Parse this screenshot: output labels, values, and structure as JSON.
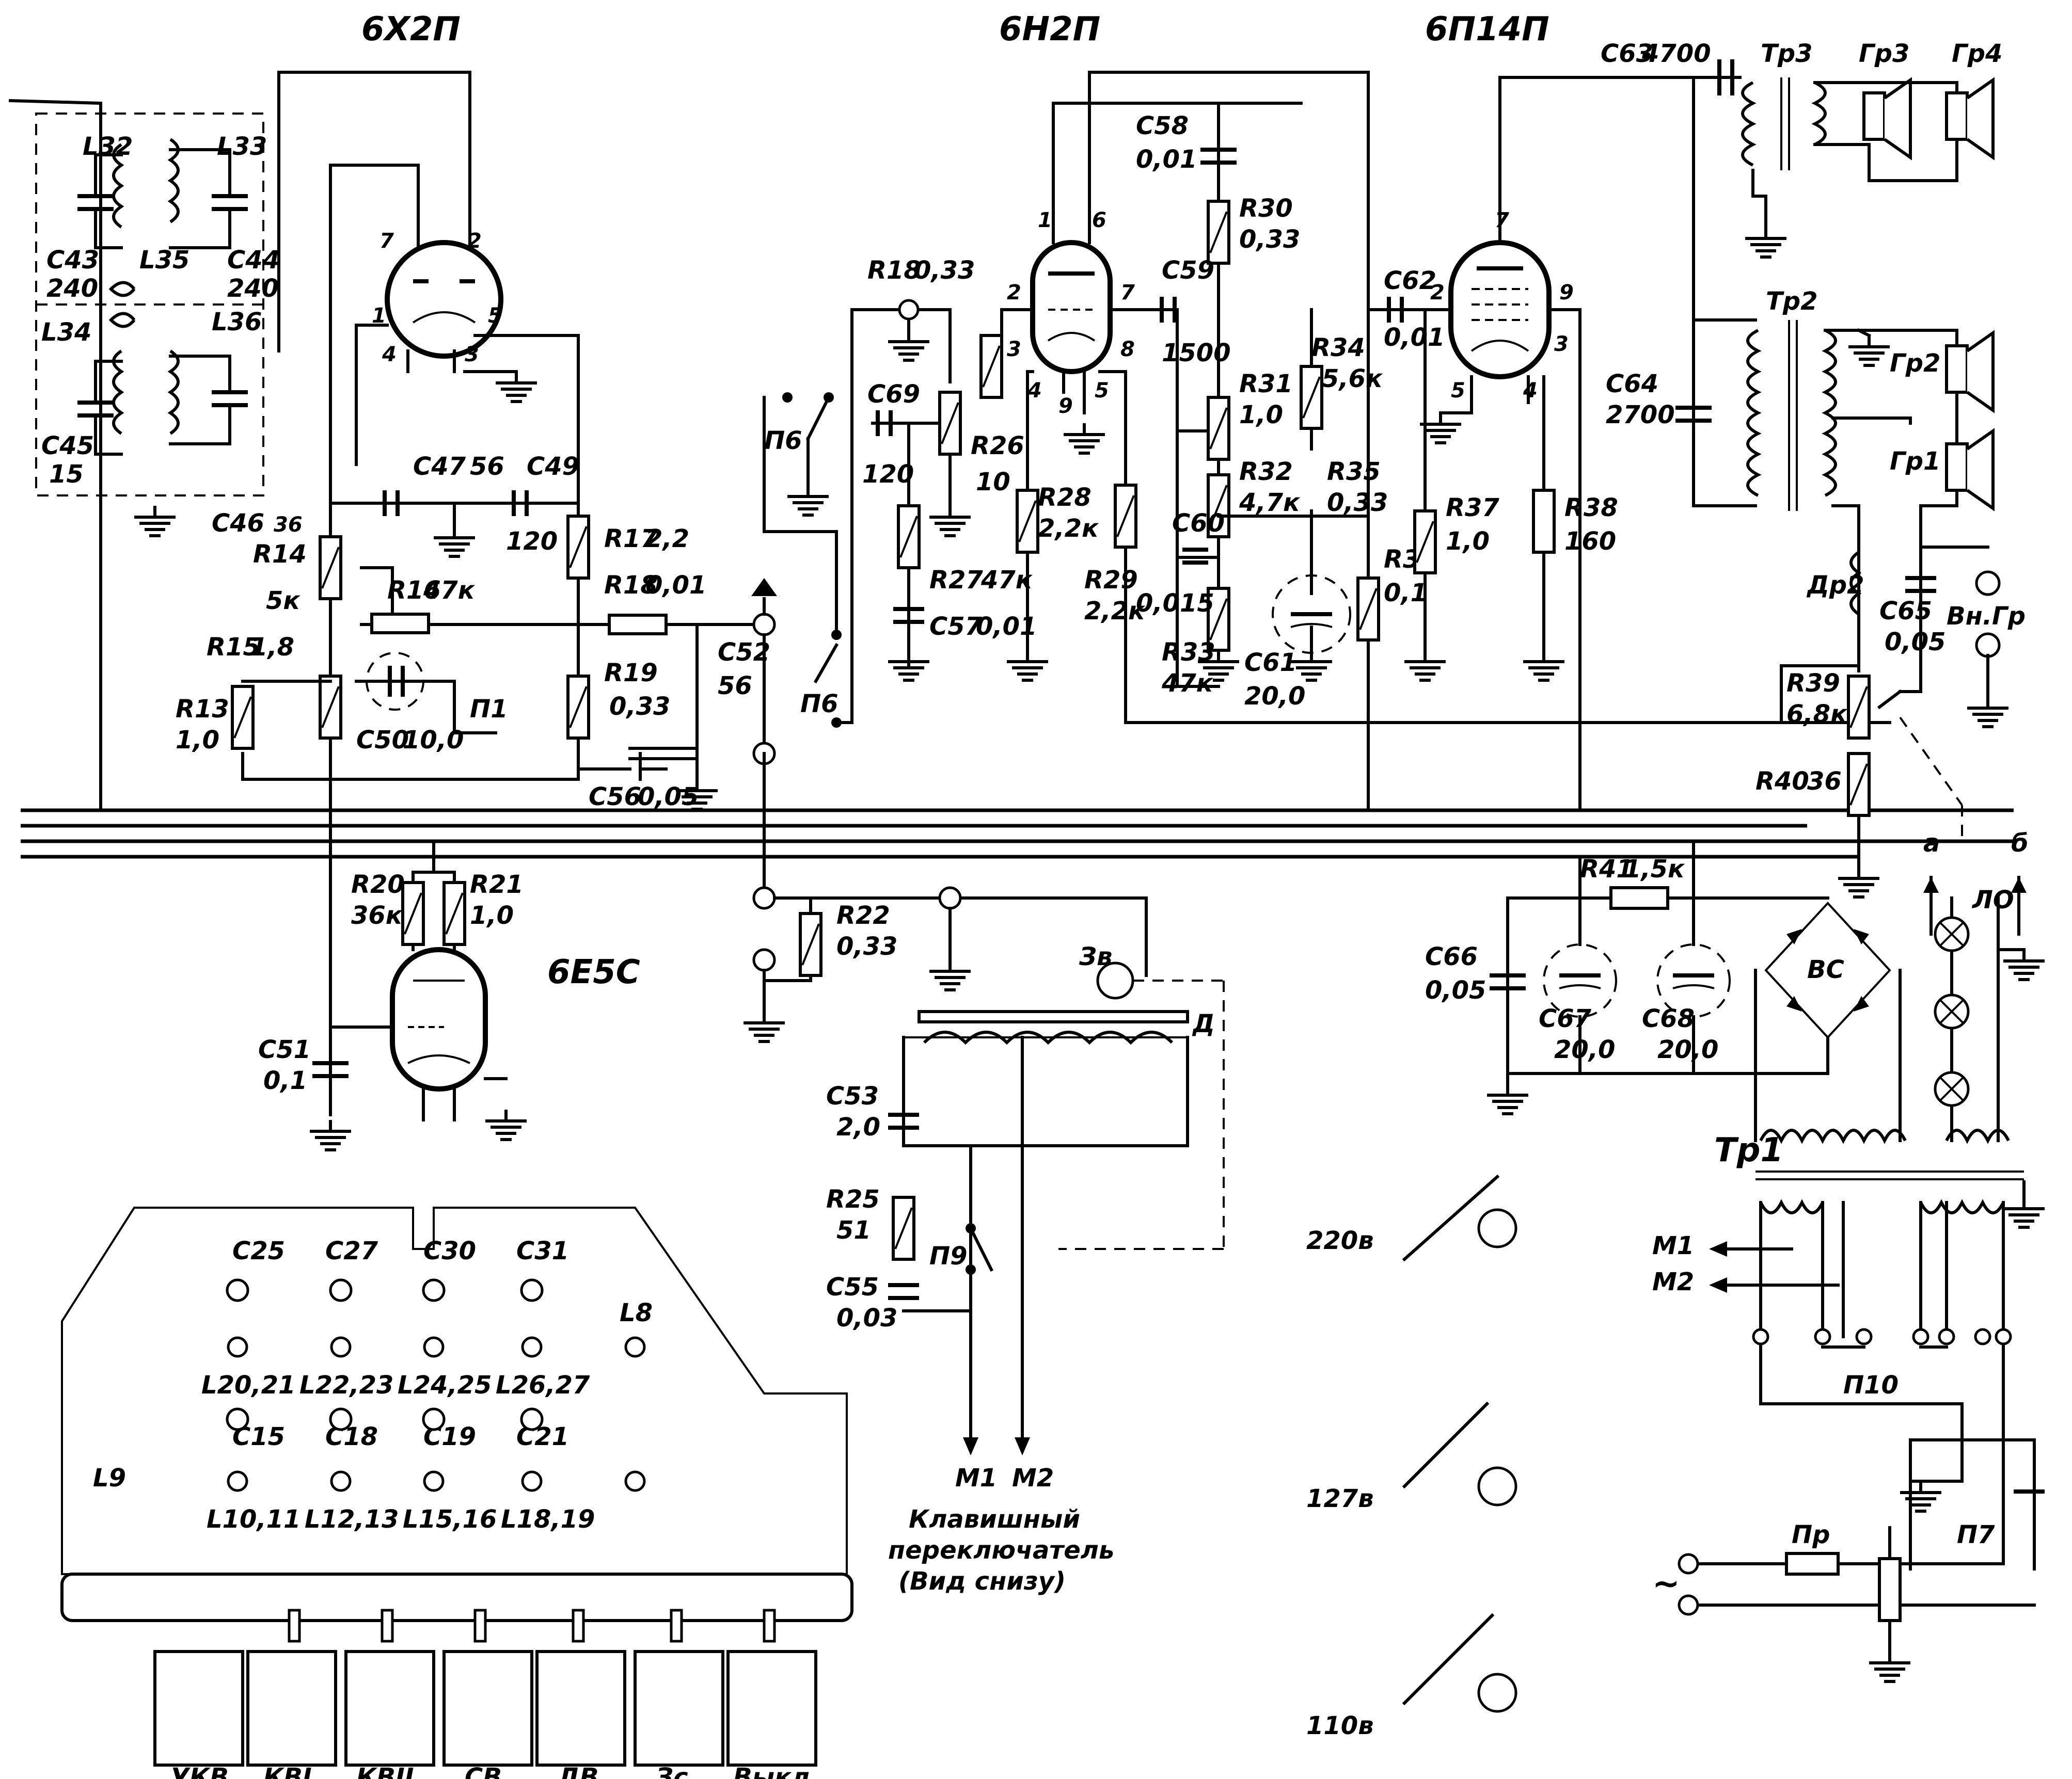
{
  "tubes": {
    "det": "6Х2П",
    "pre": "6Н2П",
    "out": "6П14П",
    "eye": "6Е5С"
  },
  "components": {
    "L32": "L32",
    "L33": "L33",
    "L34": "L34",
    "L35": "L35",
    "L36": "L36",
    "C43": "C43",
    "C43v": "240",
    "C44": "C44",
    "C44v": "240",
    "C45": "C45",
    "C45v": "15",
    "C46": "C46",
    "C46v": "36",
    "C47": "C47",
    "C47v": "56",
    "C49": "C49",
    "C49v": "120",
    "R14": "R14",
    "R14v": "5к",
    "R16": "R16",
    "R16v": "47к",
    "R17": "R17",
    "R17v": "2,2",
    "R18a": "R18",
    "R18av": "0,01",
    "R19": "R19",
    "R19v": "0,33",
    "R15": "R15",
    "R15v": "1,8",
    "R13": "R13",
    "R13v": "1,0",
    "C50": "C50",
    "C50v": "10,0",
    "C56": "C56",
    "C56v": "0,05",
    "C52": "C52",
    "C52v": "56",
    "P1": "П1",
    "P6": "П6",
    "R18b": "R18",
    "R18bv": "0,33",
    "C69": "C69",
    "C69v": "120",
    "R26": "R26",
    "R26v": "10",
    "R27": "R27",
    "R27v": "47к",
    "C57": "C57",
    "C57v": "0,01",
    "R28": "R28",
    "R28v": "2,2к",
    "R29": "R29",
    "R29v": "2,2к",
    "C58": "C58",
    "C58v": "0,01",
    "R30": "R30",
    "R30v": "0,33",
    "C59": "C59",
    "C59v": "1500",
    "R31": "R31",
    "R31v": "1,0",
    "R32": "R32",
    "R32v": "4,7к",
    "C60": "C60",
    "C60v": "0,015",
    "R33": "R33",
    "R33v": "47к",
    "C61": "C61",
    "C61v": "20,0",
    "R34": "R34",
    "R34v": "5,6к",
    "R35": "R35",
    "R35v": "0,33",
    "R36": "R36",
    "R36v": "0,1",
    "C62": "C62",
    "C62v": "0,01",
    "R37": "R37",
    "R37v": "1,0",
    "R38": "R38",
    "R38v": "160",
    "C63": "C63",
    "C63v": "4700",
    "C64": "C64",
    "C64v": "2700",
    "Tr3": "Тр3",
    "Tr2": "Тр2",
    "Tr1": "Тр1",
    "Gr1": "Гр1",
    "Gr2": "Гр2",
    "Gr3": "Гр3",
    "Gr4": "Гр4",
    "Dr2": "Др2",
    "C65": "C65",
    "C65v": "0,05",
    "VnGr": "Вн.Гр",
    "R39": "R39",
    "R39v": "6,8к",
    "R40": "R40",
    "R40v": "36",
    "R41": "R41",
    "R41v": "1,5к",
    "C66": "C66",
    "C66v": "0,05",
    "C67": "C67",
    "C67v": "20,0",
    "C68": "C68",
    "C68v": "20,0",
    "VS": "ВС",
    "LO": "ЛО",
    "R20": "R20",
    "R20v": "36к",
    "R21": "R21",
    "R21v": "1,0",
    "C51": "C51",
    "C51v": "0,1",
    "R22": "R22",
    "R22v": "0,33",
    "Zv": "Зв",
    "D": "Д",
    "C53": "C53",
    "C53v": "2,0",
    "R25": "R25",
    "R25v": "51",
    "C55": "C55",
    "C55v": "0,03",
    "P9": "П9",
    "M1": "М1",
    "M2": "М2",
    "P10": "П10",
    "P7": "П7",
    "Pr": "Пр",
    "a": "а",
    "b": "б"
  },
  "voltage_selector": {
    "v220": "220в",
    "v127": "127в",
    "v110": "110в"
  },
  "switch_panel": {
    "caption_line1": "Клавишный",
    "caption_line2": "переключатель",
    "caption_line3": "(Вид снизу)",
    "caps": [
      "C25",
      "C27",
      "C30",
      "C31"
    ],
    "caps_lower": [
      "C15",
      "C18",
      "C19",
      "C21"
    ],
    "coils_mid": [
      "L20,21",
      "L22,23",
      "L24,25",
      "L26,27"
    ],
    "coils_low": [
      "L10,11",
      "L12,13",
      "L15,16",
      "L18,19"
    ],
    "L8": "L8",
    "L9": "L9",
    "keys": [
      "УКВ",
      "КВI",
      "КВII",
      "СВ",
      "ДВ",
      "Зс",
      "Выкл"
    ]
  }
}
